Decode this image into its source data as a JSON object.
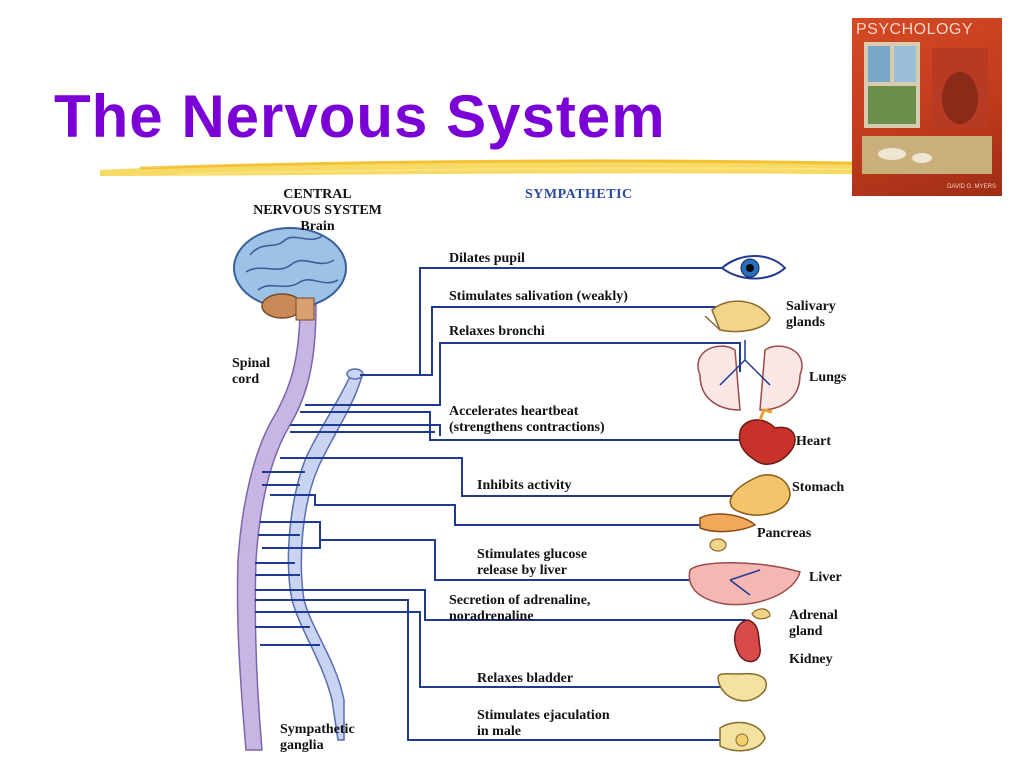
{
  "slide": {
    "title": "The Nervous System",
    "book": {
      "title": "PSYCHOLOGY",
      "author": "DAVID G. MYERS"
    }
  },
  "diagram": {
    "heading": "SYMPATHETIC",
    "cns": {
      "line1": "CENTRAL",
      "line2": "NERVOUS SYSTEM",
      "line3": "Brain"
    },
    "labels": {
      "spinal_cord": [
        "Spinal",
        "cord"
      ],
      "sympathetic_ganglia": [
        "Sympathetic",
        "ganglia"
      ]
    },
    "actions": [
      {
        "id": "dilates-pupil",
        "lines": [
          "Dilates pupil"
        ]
      },
      {
        "id": "salivation",
        "lines": [
          "Stimulates salivation (weakly)"
        ]
      },
      {
        "id": "bronchi",
        "lines": [
          "Relaxes bronchi"
        ]
      },
      {
        "id": "heartbeat",
        "lines": [
          "Accelerates heartbeat",
          "(strengthens contractions)"
        ]
      },
      {
        "id": "inhibits",
        "lines": [
          "Inhibits activity"
        ]
      },
      {
        "id": "glucose",
        "lines": [
          "Stimulates glucose",
          "release by liver"
        ]
      },
      {
        "id": "adrenaline",
        "lines": [
          "Secretion of adrenaline,",
          "noradrenaline"
        ]
      },
      {
        "id": "bladder",
        "lines": [
          "Relaxes bladder"
        ]
      },
      {
        "id": "ejaculation",
        "lines": [
          "Stimulates ejaculation",
          "in male"
        ]
      }
    ],
    "organs": {
      "salivary": [
        "Salivary",
        "glands"
      ],
      "lungs": "Lungs",
      "heart": "Heart",
      "stomach": "Stomach",
      "pancreas": "Pancreas",
      "liver": "Liver",
      "adrenal": [
        "Adrenal",
        "gland"
      ],
      "kidney": "Kidney"
    },
    "colors": {
      "nerve": "#1f3a93",
      "spine": "#c7b6e3",
      "ganglia_chain": "#c9d3f2",
      "brain": "#9cc3e6",
      "title": "#7a00d6"
    }
  }
}
